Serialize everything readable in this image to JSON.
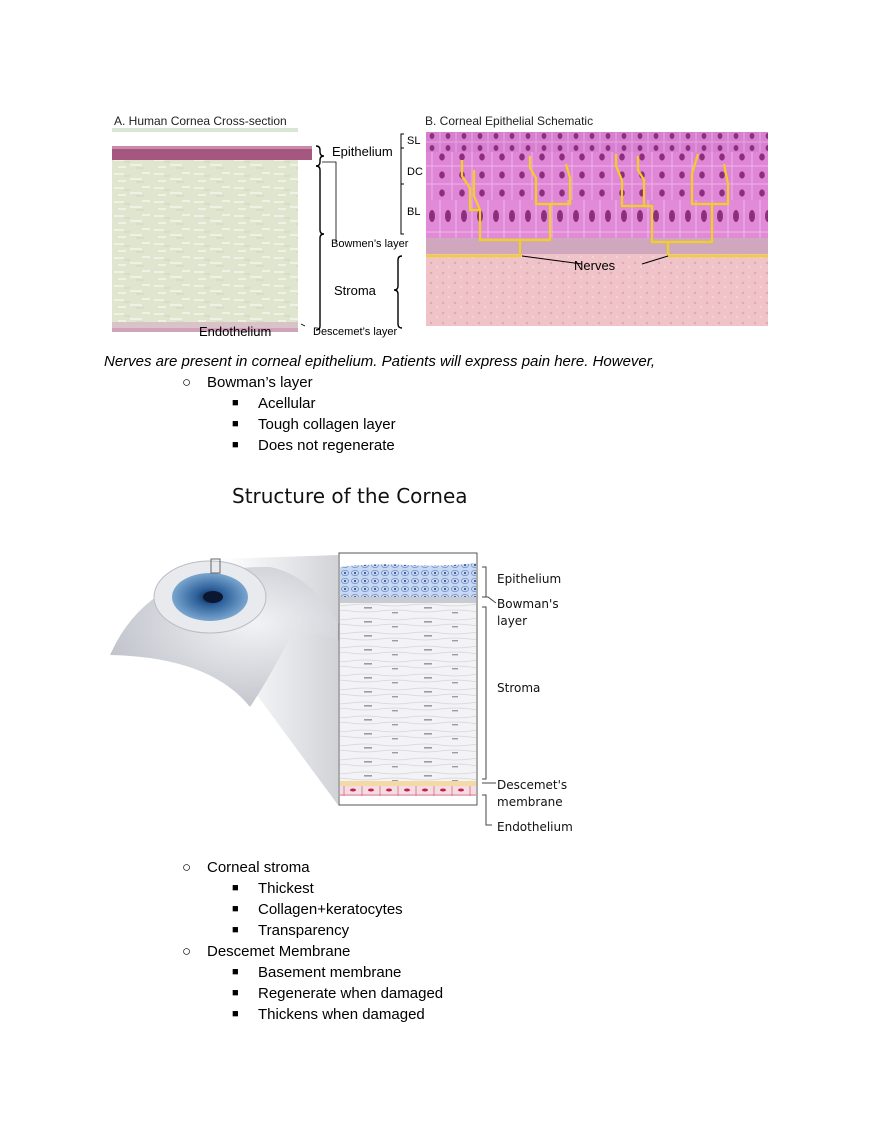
{
  "figure_a": {
    "title": "A. Human Cornea Cross-section",
    "labels": {
      "epithelium": "Epithelium",
      "bowmans": "Bowmen’s layer",
      "stroma": "Stroma",
      "endothelium": "Endothelium",
      "descemets": "Descemet’s layer"
    }
  },
  "figure_b": {
    "title": "B. Corneal Epithelial Schematic",
    "labels": {
      "sl": "SL",
      "dc": "DC",
      "bl": "BL",
      "nerves": "Nerves"
    }
  },
  "caption": "Nerves are present in corneal epithelium. Patients will express pain here. However,",
  "list1": {
    "bullet": "○",
    "item": "Bowman’s layer",
    "sub_bullet": "■",
    "subitems": [
      "Acellular",
      "Tough collagen layer",
      "Does not regenerate"
    ]
  },
  "figure_c": {
    "title": "Structure of the Cornea",
    "labels": {
      "epithelium": "Epithelium",
      "bowmans_1": "Bowman's",
      "bowmans_2": "layer",
      "stroma": "Stroma",
      "descemets_1": "Descemet's",
      "descemets_2": "membrane",
      "endothelium": "Endothelium"
    }
  },
  "list2": {
    "items": [
      {
        "bullet": "○",
        "label": "Corneal stroma",
        "subitems": [
          "Thickest",
          "Collagen+keratocytes",
          "Transparency"
        ]
      },
      {
        "bullet": "○",
        "label": "Descemet Membrane",
        "subitems": [
          "Basement membrane",
          "Regenerate when damaged",
          "Thickens when damaged"
        ]
      }
    ],
    "sub_bullet": "■"
  }
}
